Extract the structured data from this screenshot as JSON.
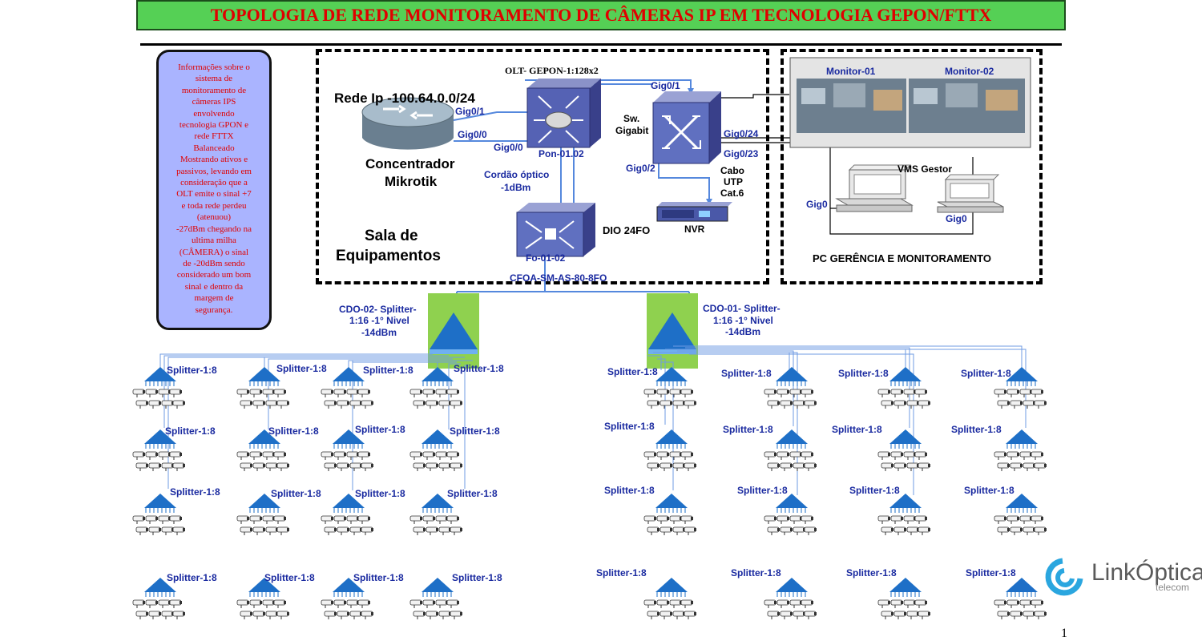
{
  "title": "TOPOLOGIA DE REDE MONITORAMENTO DE CÂMERAS IP EM TECNOLOGIA GEPON/FTTX",
  "info_lines": [
    "Informações sobre o",
    "sistema de",
    "monitoramento de",
    "câmeras IPS",
    "envolvendo",
    "tecnologia GPON e",
    "rede FTTX",
    "Balanceado",
    "Mostrando ativos e",
    "passivos, levando em",
    "consideração que a",
    "OLT emite o sinal +7",
    "e toda rede perdeu",
    "(atenuou)",
    "-27dBm chegando na",
    "ultima milha",
    "(CÂMERA) o sinal",
    "de -20dBm sendo",
    "considerado um  bom",
    "sinal e dentro da",
    "margem de",
    "segurança."
  ],
  "equipment": {
    "network_label": "Rede Ip -100.64.0.0/24",
    "router_name_1": "Concentrador",
    "router_name_2": "Mikrotik",
    "olt_label": "OLT- GEPON-1:128x2",
    "switch_label_1": "Sw.",
    "switch_label_2": "Gigabit",
    "room_label_1": "Sala de",
    "room_label_2": "Equipamentos",
    "dio_label": "DIO 24FO",
    "nvr_label": "NVR",
    "cable_1": "Cabo",
    "cable_2": "UTP",
    "cable_3": "Cat.6",
    "cord_1": "Cordão óptico",
    "cord_2": "-1dBm",
    "pon_label": "Pon-01.02",
    "fo_label": "Fo-01-02",
    "cfoa_label": "CFOA-SM-AS-80-8FO",
    "ports": {
      "r_gig01": "Gig0/1",
      "r_gig00": "Gig0/0",
      "olt_gig00": "Gig0/0",
      "sw_gig01": "Gig0/1",
      "sw_gig024": "Gig0/24",
      "sw_gig023": "Gig0/23",
      "sw_gig02": "Gig0/2"
    }
  },
  "pc_room": {
    "monitor_1": "Monitor-01",
    "monitor_2": "Monitor-02",
    "vms_label": "VMS Gestor",
    "gig0_a": "Gig0",
    "gig0_b": "Gig0",
    "room_label": "PC GERÊNCIA E MONITORAMENTO"
  },
  "cdo_left": {
    "line1": "CDO-02-  Splitter-",
    "line2": "1:16 -1° Nivel",
    "line3": "-14dBm"
  },
  "cdo_right": {
    "line1": "CDO-01-  Splitter-",
    "line2": "1:16 -1° Nivel",
    "line3": "-14dBm"
  },
  "splitter_label": "Splitter-1:8",
  "logo": {
    "name": "LinkÓptica",
    "sub": "telecom"
  },
  "page_number": "1",
  "colors": {
    "title_bg": "#55d055",
    "title_text": "#e00000",
    "info_bg": "#aab4ff",
    "label_blue": "#1a2aa0",
    "splitter": "#1e6fc7",
    "cdo_bg": "#8fd14f"
  }
}
